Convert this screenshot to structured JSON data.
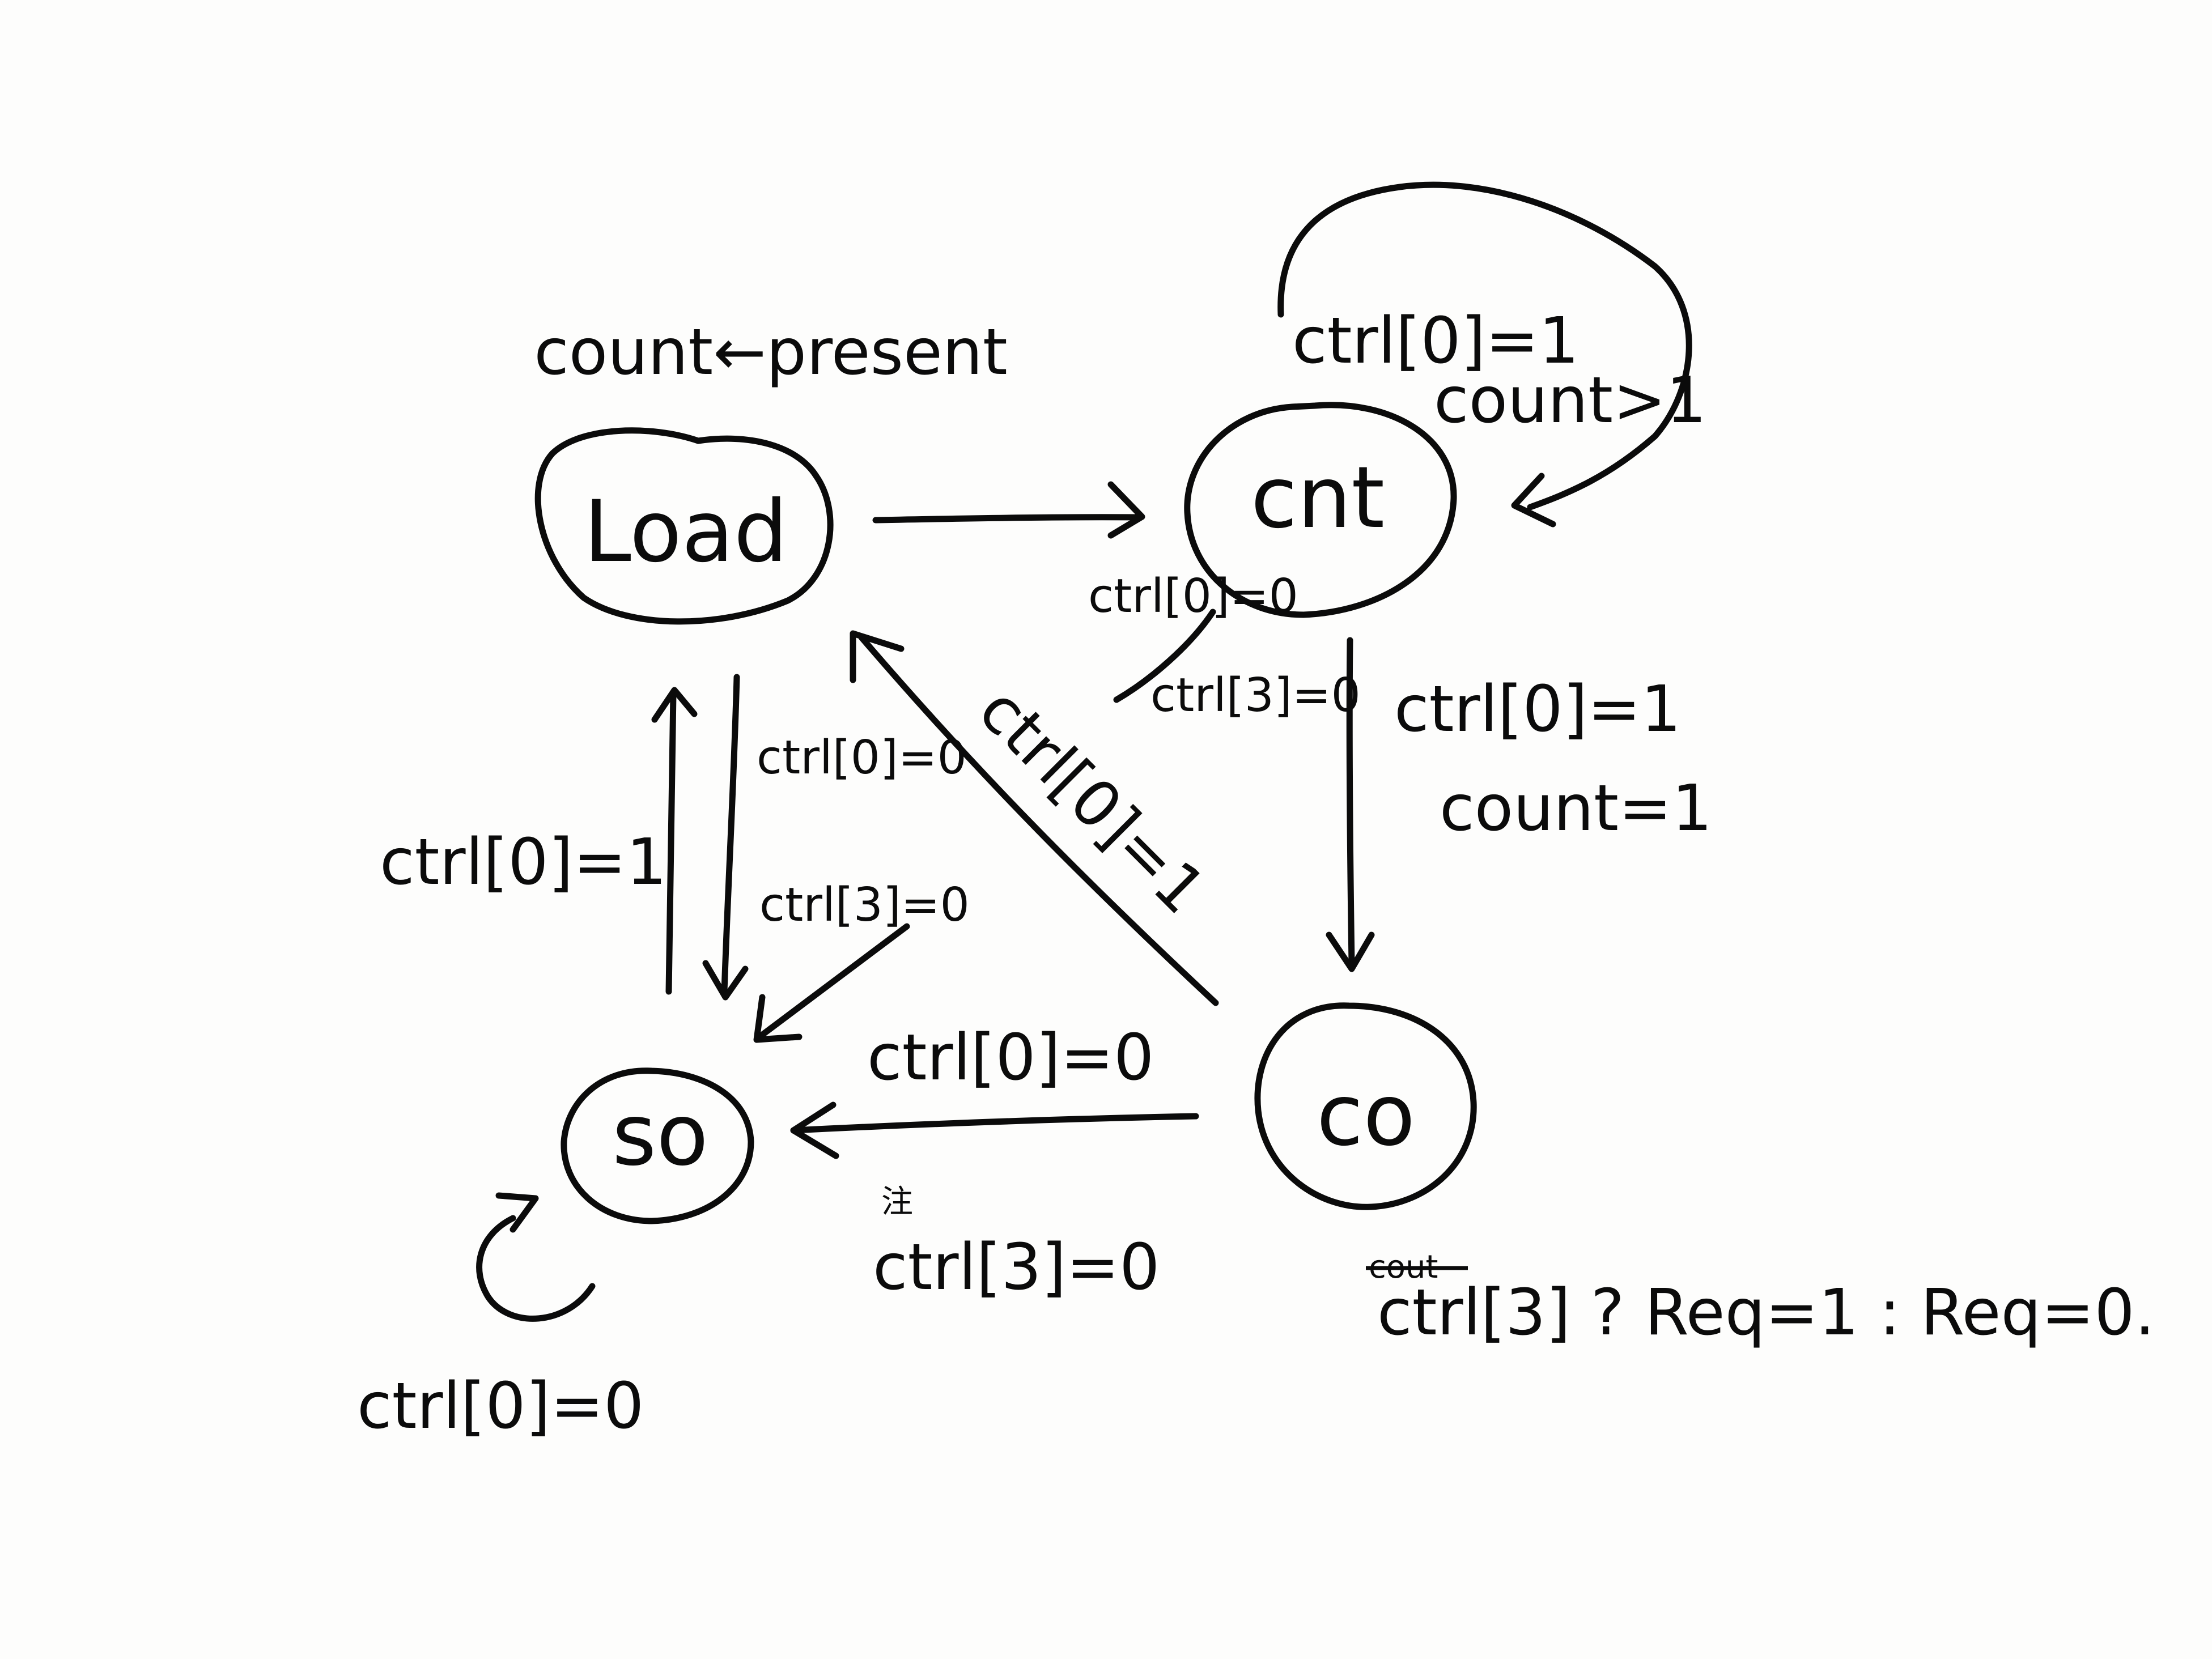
{
  "states": {
    "load": "Load",
    "cnt": "cnt",
    "co": "co",
    "so": "so"
  },
  "annotations": {
    "load_action": "count←present",
    "co_action": "ctrl[3] ? Req=1 : Req=0.",
    "co_action_struck": "cout",
    "so_label_struck": "注"
  },
  "transitions": {
    "load_to_cnt": "",
    "cnt_self_cond1": "ctrl[0]=1",
    "cnt_self_cond2": "count>1",
    "cnt_to_co_cond1": "ctrl[0]=1",
    "cnt_to_co_cond2": "count=1",
    "cnt_to_so_cond1": "ctrl[0]=0",
    "cnt_to_so_cond2": "ctrl[3]=0",
    "co_to_load": "ctrl[0]=1",
    "co_to_so_cond1": "ctrl[0]=0",
    "co_to_so_cond2": "ctrl[3]=0",
    "so_to_load": "ctrl[0]=1",
    "load_to_so_cond1": "ctrl[0]=0",
    "load_to_so_cond2": "ctrl[3]=0",
    "so_self": "ctrl[0]=0"
  },
  "colors": {
    "ink": "#0b0b0b",
    "paper": "#fdfdfc"
  }
}
